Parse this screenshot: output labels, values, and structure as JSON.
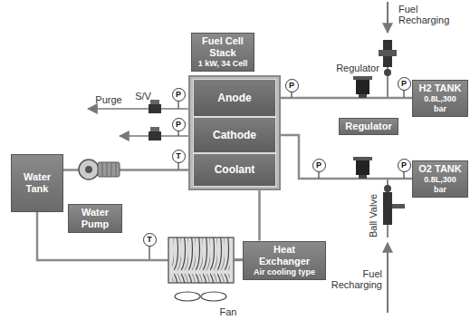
{
  "diagram": {
    "nodes": [
      {
        "text": [
          "Fuel Cell Stack",
          "1 kW, 34 Cell"
        ]
      },
      {
        "text": [
          "P"
        ]
      },
      {
        "text": [
          "P"
        ]
      },
      {
        "text": [
          "P"
        ]
      },
      {
        "text": [
          "H2 TANK",
          "0.8L,300 bar"
        ]
      },
      {
        "text": [
          "Anode"
        ]
      },
      {
        "text": [
          "P"
        ]
      },
      {
        "text": [
          "Regulator"
        ]
      },
      {
        "text": [
          "Cathode"
        ]
      },
      {
        "text": [
          "T"
        ]
      },
      {
        "text": [
          "Water Tank"
        ]
      },
      {
        "text": [
          "Coolant"
        ]
      },
      {
        "text": [
          "P"
        ]
      },
      {
        "text": [
          "P"
        ]
      },
      {
        "text": [
          "O2 TANK",
          "0.8L,300 bar"
        ]
      },
      {
        "text": [
          "Water Pump"
        ]
      },
      {
        "text": [
          "T"
        ]
      },
      {
        "text": [
          "Heat Exchanger",
          "Air cooling type"
        ]
      }
    ],
    "edges": [
      {
        "from": 5,
        "to": 4,
        "arrow": "none"
      },
      {
        "from": 8,
        "to": 14,
        "arrow": "none"
      },
      {
        "from": 10,
        "to": 11,
        "arrow": "none"
      },
      {
        "from": 11,
        "to": 17,
        "arrow": "none"
      },
      {
        "from": 17,
        "to": 10,
        "arrow": "none"
      }
    ],
    "labels": [
      "Fuel Recharging",
      "Regulator",
      "S/V",
      "Purge",
      "Ball Valve",
      "Fuel Recharging",
      "Fan"
    ]
  }
}
